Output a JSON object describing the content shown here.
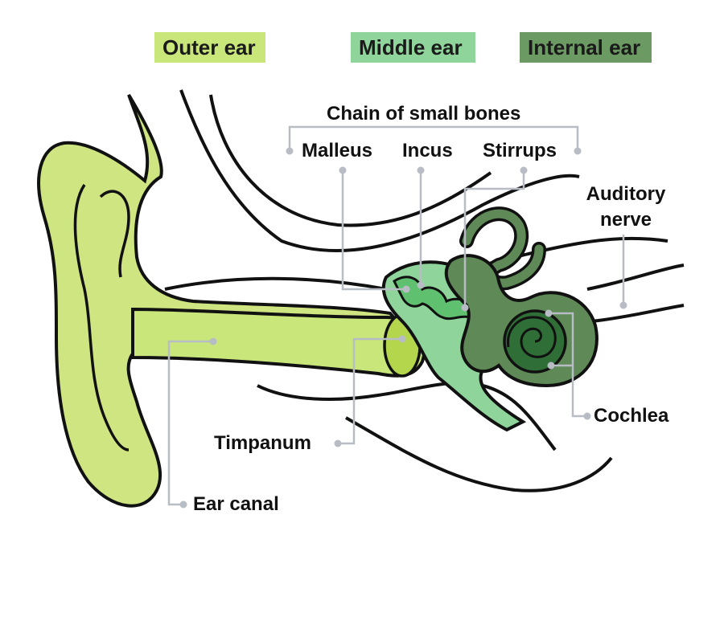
{
  "legend": {
    "outer": {
      "label": "Outer ear",
      "color": "#c9e67a"
    },
    "middle": {
      "label": "Middle ear",
      "color": "#8fd49b"
    },
    "internal": {
      "label": "Internal ear",
      "color": "#6b9a63"
    }
  },
  "labels": {
    "chain": "Chain of small bones",
    "malleus": "Malleus",
    "incus": "Incus",
    "stirrups": "Stirrups",
    "auditory_line1": "Auditory",
    "auditory_line2": "nerve",
    "cochlea": "Cochlea",
    "timpanum": "Timpanum",
    "ear_canal": "Ear canal"
  },
  "colors": {
    "outer_fill": "#cfe582",
    "middle_fill": "#8fd49b",
    "internal_fill": "#5f8a58",
    "cochlea_dark": "#2f6e36",
    "outline": "#111111",
    "leader": "#b8bcc4"
  }
}
